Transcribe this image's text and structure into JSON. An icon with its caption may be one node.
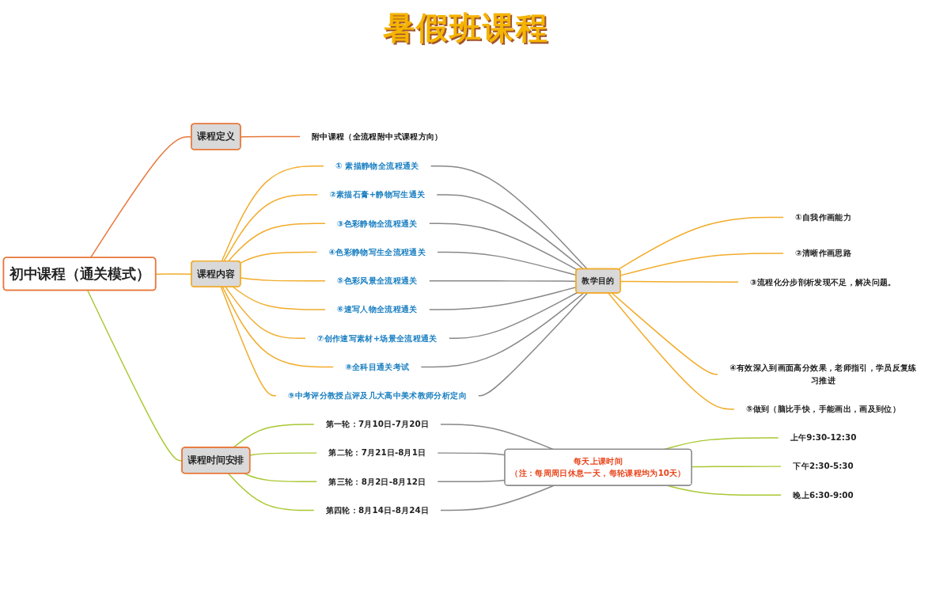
{
  "diagram": {
    "title": "暑假班课程",
    "nodes": [
      {
        "text": [
          "初中课程（通关模式）"
        ]
      },
      {
        "text": [
          "课程定义"
        ]
      },
      {
        "text": [
          "附中课程（全流程附中式课程方向）"
        ]
      },
      {
        "text": [
          "课程内容"
        ]
      },
      {
        "text": [
          "① 素描静物全流程通关"
        ]
      },
      {
        "text": [
          "②素描石膏+静物写生通关"
        ]
      },
      {
        "text": [
          "③色彩静物全流程通关"
        ]
      },
      {
        "text": [
          "④色彩静物写生全流程通关"
        ]
      },
      {
        "text": [
          "⑤色彩风景全流程通关"
        ]
      },
      {
        "text": [
          "⑥速写人物全流程通关"
        ]
      },
      {
        "text": [
          "⑦创作速写素材+场景全流程通关"
        ]
      },
      {
        "text": [
          "⑧全科目通关考试"
        ]
      },
      {
        "text": [
          "⑨中考评分教授点评及几大高中美术教师分析定向"
        ]
      },
      {
        "text": [
          "教学目的"
        ]
      },
      {
        "text": [
          "①自我作画能力"
        ]
      },
      {
        "text": [
          "②清晰作画思路"
        ]
      },
      {
        "text": [
          "③流程化分步剖析发现不足，解决问题。"
        ]
      },
      {
        "text": [
          "④有效深入到画面高分效果，老师指引，学员反复练习推进"
        ]
      },
      {
        "text": [
          "⑤做到（脑比手快，手能画出，画及到位）"
        ]
      },
      {
        "text": [
          "课程时间安排"
        ]
      },
      {
        "text": [
          "第一轮：7月10日-7月20日"
        ]
      },
      {
        "text": [
          "第二轮：7月21日-8月1日"
        ]
      },
      {
        "text": [
          "第三轮：8月2日-8月12日"
        ]
      },
      {
        "text": [
          "第四轮：8月14日-8月24日"
        ]
      },
      {
        "text": [
          "每天上课时间",
          "（注：每周周日休息一天，每轮课程均为10天）"
        ]
      },
      {
        "text": [
          "上午9:30-12:30"
        ]
      },
      {
        "text": [
          "下午2:30-5:30"
        ]
      },
      {
        "text": [
          "晚上6:30-9:00"
        ]
      }
    ],
    "edges": [
      {
        "from": 0,
        "to": 1,
        "arrow": "none",
        "color": "#e8773a"
      },
      {
        "from": 0,
        "to": 3,
        "arrow": "none"
      },
      {
        "from": 0,
        "to": 19,
        "arrow": "none",
        "color": "#a8c832"
      },
      {
        "from": 1,
        "to": 2,
        "arrow": "none",
        "color": "#e8773a"
      },
      {
        "from": 3,
        "to": 4,
        "arrow": "none"
      },
      {
        "from": 3,
        "to": 5,
        "arrow": "none"
      },
      {
        "from": 3,
        "to": 6,
        "arrow": "none"
      },
      {
        "from": 3,
        "to": 7,
        "arrow": "none"
      },
      {
        "from": 3,
        "to": 8,
        "arrow": "none"
      },
      {
        "from": 3,
        "to": 9,
        "arrow": "none"
      },
      {
        "from": 3,
        "to": 10,
        "arrow": "none"
      },
      {
        "from": 3,
        "to": 11,
        "arrow": "none"
      },
      {
        "from": 3,
        "to": 12,
        "arrow": "none"
      },
      {
        "from": 4,
        "to": 13,
        "arrow": "none",
        "color": "#888888"
      },
      {
        "from": 5,
        "to": 13,
        "arrow": "none",
        "color": "#888888"
      },
      {
        "from": 6,
        "to": 13,
        "arrow": "none",
        "color": "#888888"
      },
      {
        "from": 7,
        "to": 13,
        "arrow": "none",
        "color": "#888888"
      },
      {
        "from": 8,
        "to": 13,
        "arrow": "none",
        "color": "#888888"
      },
      {
        "from": 9,
        "to": 13,
        "arrow": "none",
        "color": "#888888"
      },
      {
        "from": 10,
        "to": 13,
        "arrow": "none",
        "color": "#888888"
      },
      {
        "from": 11,
        "to": 13,
        "arrow": "none",
        "color": "#888888"
      },
      {
        "from": 12,
        "to": 13,
        "arrow": "none",
        "color": "#888888"
      },
      {
        "from": 13,
        "to": 14,
        "arrow": "none"
      },
      {
        "from": 13,
        "to": 15,
        "arrow": "none"
      },
      {
        "from": 13,
        "to": 16,
        "arrow": "none"
      },
      {
        "from": 13,
        "to": 17,
        "arrow": "none"
      },
      {
        "from": 13,
        "to": 18,
        "arrow": "none"
      },
      {
        "from": 19,
        "to": 20,
        "arrow": "none",
        "color": "#a8c832"
      },
      {
        "from": 19,
        "to": 21,
        "arrow": "none",
        "color": "#a8c832"
      },
      {
        "from": 19,
        "to": 22,
        "arrow": "none",
        "color": "#a8c832"
      },
      {
        "from": 19,
        "to": 23,
        "arrow": "none",
        "color": "#a8c832"
      },
      {
        "from": 20,
        "to": 24,
        "arrow": "none",
        "color": "#888888"
      },
      {
        "from": 21,
        "to": 24,
        "arrow": "none",
        "color": "#888888"
      },
      {
        "from": 22,
        "to": 24,
        "arrow": "none",
        "color": "#888888"
      },
      {
        "from": 23,
        "to": 24,
        "arrow": "none",
        "color": "#888888"
      },
      {
        "from": 24,
        "to": 25,
        "arrow": "none",
        "color": "#a8c832"
      },
      {
        "from": 24,
        "to": 26,
        "arrow": "none",
        "color": "#a8c832"
      },
      {
        "from": 24,
        "to": 27,
        "arrow": "none",
        "color": "#a8c832"
      }
    ]
  }
}
